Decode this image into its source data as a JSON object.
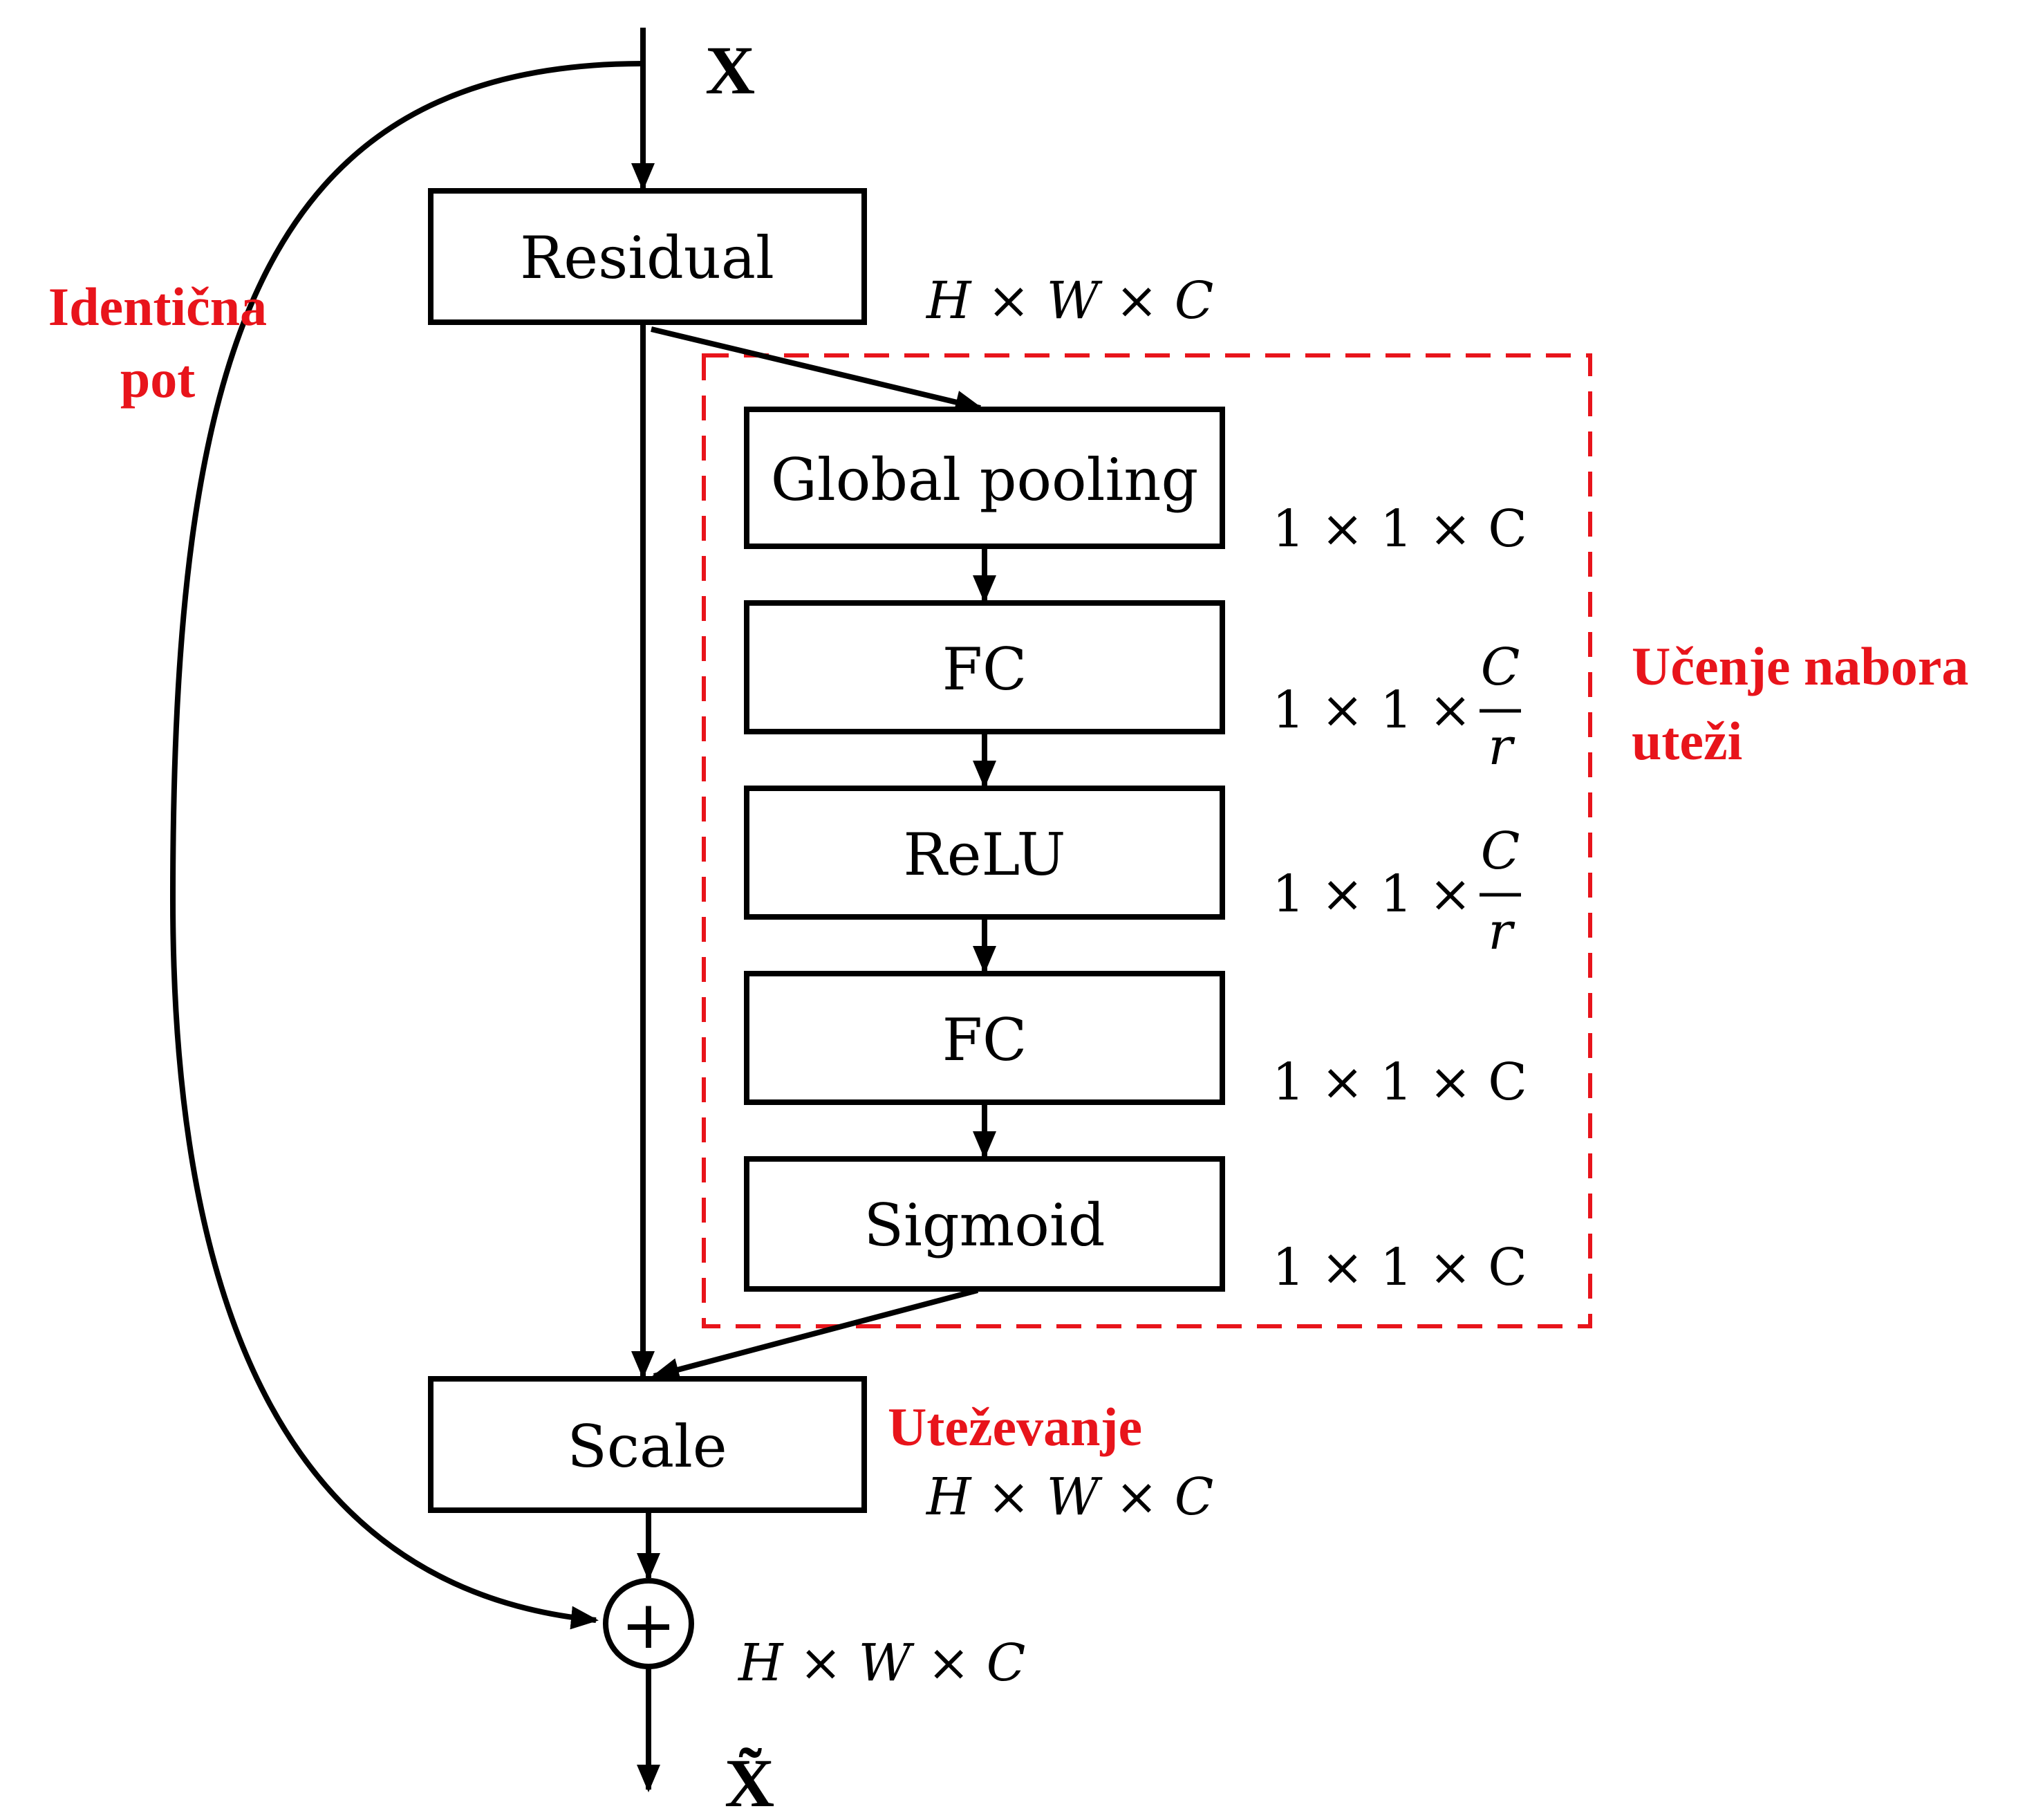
{
  "colors": {
    "line": "#000000",
    "accent": "#e8141b"
  },
  "input_label": "X",
  "output_label": "X̃",
  "boxes": {
    "residual": "Residual",
    "global_pooling": "Global pooling",
    "fc1": "FC",
    "relu": "ReLU",
    "fc2": "FC",
    "sigmoid": "Sigmoid",
    "scale": "Scale"
  },
  "dims": {
    "residual": "H × W × C",
    "global_pooling": "1 × 1 × C",
    "fc1_prefix": "1 × 1 ×",
    "fc1_num": "C",
    "fc1_den": "r",
    "relu_prefix": "1 × 1 ×",
    "relu_num": "C",
    "relu_den": "r",
    "fc2": "1 × 1 × C",
    "sigmoid": "1 × 1 × C",
    "scale": "H × W × C",
    "sum": "H × W × C"
  },
  "annotations": {
    "identity_line1": "Identična",
    "identity_line2": "pot",
    "learning_line1": "Učenje nabora",
    "learning_line2": "uteži",
    "weighting": "Uteževanje"
  },
  "sum_symbol": "+"
}
